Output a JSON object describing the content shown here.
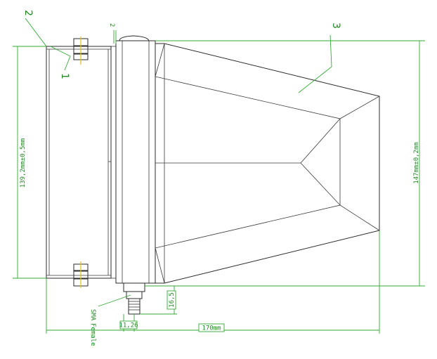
{
  "callouts": {
    "part1": "1",
    "part2": "2",
    "part3": "3",
    "small2": "2"
  },
  "dimensions": {
    "left_height": "139,2mm±0,5mm",
    "right_height": "147mm±0,2mm",
    "width_total": "170mm",
    "connector_offset": "11,26",
    "connector_height": "16,5"
  },
  "labels": {
    "connector_line1": "SMA",
    "connector_line2": "Female"
  },
  "colors": {
    "outline": "#2b2b2b",
    "dimension": "#33aa33",
    "highlight": "#e0c020"
  }
}
